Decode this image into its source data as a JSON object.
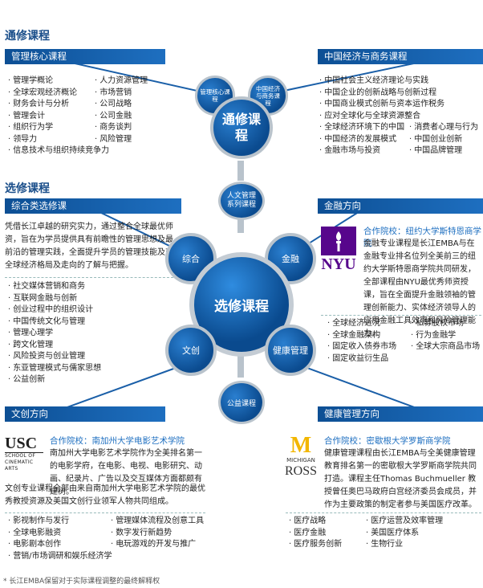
{
  "headings": {
    "core": "通修课程",
    "elective": "选修课程"
  },
  "bands": {
    "mgmt_core": "管理核心课程",
    "china_econ": "中国经济与商务课程",
    "general": "综合类选修课",
    "finance": "金融方向",
    "culture": "文创方向",
    "health": "健康管理方向"
  },
  "mgmt_core_left": [
    "管理学概论",
    "全球宏观经济概论",
    "财务会计与分析",
    "管理会计",
    "组织行为学",
    "领导力",
    "信息技术与组织持续竞争力"
  ],
  "mgmt_core_right": [
    "人力资源管理",
    "市场营销",
    "公司战略",
    "公司金融",
    "商务谈判",
    "风险管理"
  ],
  "china_left": [
    "中国社会主义经济理论与实践",
    "中国企业的创新战略与创新过程",
    "中国商业模式创新与资本运作税务",
    "应对全球化与全球资源整合",
    "全球经济环境下的中国",
    "中国经济的发展模式",
    "金融市场与投资"
  ],
  "china_right": [
    "消费者心理与行为",
    "中国创业创新",
    "中国品牌管理"
  ],
  "general_para": "凭借长江卓越的研究实力，通过整合全球最优师资，旨在为学员提供具有前瞻性的管理思想及最前沿的管理实践，全面提升学员的管理技能及对全球经济格局及走向的了解与把握。",
  "general_list": [
    "社交媒体营销和商务",
    "互联网金融与创新",
    "创业过程中的组织设计",
    "中国传统文化与管理",
    "管理心理学",
    "跨文化管理",
    "风险投资与创业管理",
    "东亚管理模式与儒家思想",
    "公益创新"
  ],
  "finance_partner": "合作院校：纽约大学斯特恩商学院",
  "finance_para": "金融专业课程是长江EMBA与在金融专业排名位列全美前三的纽约大学斯特恩商学院共同研发，全部课程由NYU最优秀师资授课，旨在全面提升金融领袖的管理创新能力、实体经济领导人的应用金融工具效率和风险管理能力。",
  "finance_left": [
    "全球经济近况",
    "全球金融架构",
    "固定收入债券市场",
    "固定收益衍生品"
  ],
  "finance_right": [
    "私募股权市场",
    "行为金融学",
    "全球大宗商品市场"
  ],
  "culture_partner": "合作院校：南加州大学电影艺术学院",
  "culture_para1": "南加州大学电影艺术学院作为全美排名第一的电影学府，在电影、电视、电影研究、动画、纪录片、广告以及交互媒体方面都颇有建树。",
  "culture_para2": "文创专业课程全部由来自南加州大学电影艺术学院的最优秀教授资源及美国文创行业领军人物共同组成。",
  "culture_left": [
    "影视制作与发行",
    "全球电影融资",
    "电影剧本创作",
    "营销/市场调研和娱乐经济学"
  ],
  "culture_right": [
    "管理媒体流程及创意工具",
    "数字发行新趋势",
    "电玩游戏的开发与推广"
  ],
  "health_partner": "合作院校：密歇根大学罗斯商学院",
  "health_para": "健康管理课程由长江EMBA与全美健康管理教育排名第一的密歇根大学罗斯商学院共同打造。课程主任Thomas Buchmueller 教授曾任奥巴马政府白宫经济委员会成员，并作为主要政策的制定者参与美国医疗改革。",
  "health_left": [
    "医疗战略",
    "医疗金融",
    "医疗服务创新"
  ],
  "health_right": [
    "医疗运营及效率管理",
    "美国医疗体系",
    "生物行业"
  ],
  "circles": {
    "mgmt_core": "管理核心课程",
    "china_econ": "中国经济与商务课程",
    "core": "通修课程",
    "hr": "人文管理系列课程",
    "general": "综合",
    "finance": "金融",
    "elective": "选修课程",
    "culture": "文创",
    "health": "健康管理",
    "public": "公益课程"
  },
  "logos": {
    "nyu": "NYU",
    "usc_top": "USC",
    "usc_sub": "SCHOOL OF CINEMATIC ARTS",
    "michigan_m": "M",
    "michigan": "MICHIGAN",
    "ross": "ROSS"
  },
  "footnote": "* 长江EMBA保留对于实际课程调整的最终解释权",
  "colors": {
    "brand_blue": "#0d4f94",
    "accent_blue": "#1e6fc0"
  }
}
